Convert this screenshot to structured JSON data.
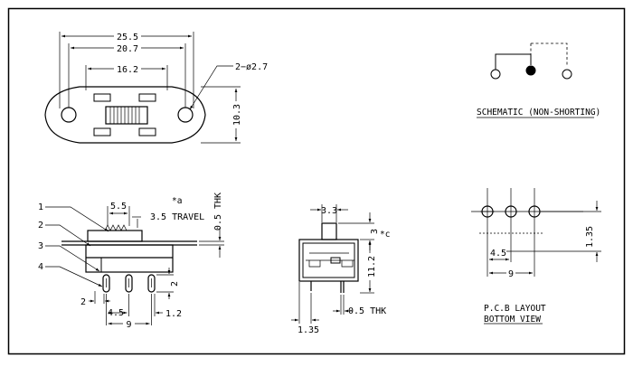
{
  "top_view": {
    "dim_25_5": "25.5",
    "dim_20_7": "20.7",
    "dim_16_2": "16.2",
    "hole_callout": "2−ø2.7",
    "dim_10_3": "10.3"
  },
  "schematic": {
    "label": "SCHEMATIC (NON-SHORTING)"
  },
  "side_view": {
    "callout_1": "1",
    "callout_2": "2",
    "callout_3": "3",
    "callout_4": "4",
    "dim_5_5": "5.5",
    "note_a": "*a",
    "travel": "3.5 TRAVEL",
    "thk": "0.5 THK",
    "dim_2_left": "2",
    "dim_2_right": "2",
    "dim_4_5": "4.5",
    "dim_1_2": "1.2",
    "dim_9": "9"
  },
  "front_view": {
    "dim_3_3": "3.3",
    "dim_3c": "3",
    "note_c": "*c",
    "dim_11_2": "11.2",
    "dim_1_35": "1.35",
    "thk": "0.5 THK"
  },
  "pcb_layout": {
    "dim_1_35": "1.35",
    "dim_4_5": "4.5",
    "dim_9": "9",
    "title_line1": "P.C.B LAYOUT",
    "title_line2": "BOTTOM VIEW"
  }
}
